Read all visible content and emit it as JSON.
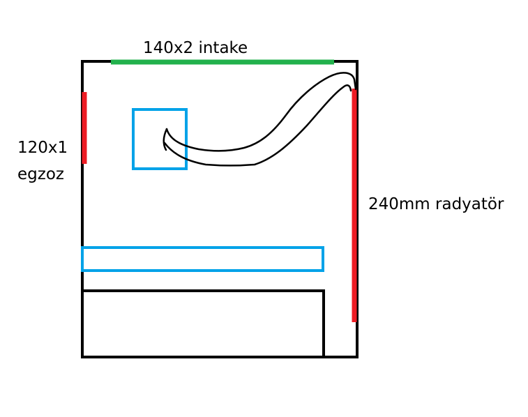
{
  "labels": {
    "intake": "140x2 intake",
    "exhaust_line1": "120x1",
    "exhaust_line2": "egzoz",
    "radiator": "240mm radyatör"
  },
  "colors": {
    "case_outline": "#000000",
    "intake_fan": "#22b14c",
    "exhaust_fan": "#ed1c24",
    "radiator": "#ed1c24",
    "cpu_and_gpu": "#00a2e8",
    "tubing": "#000000",
    "background": "#ffffff"
  }
}
